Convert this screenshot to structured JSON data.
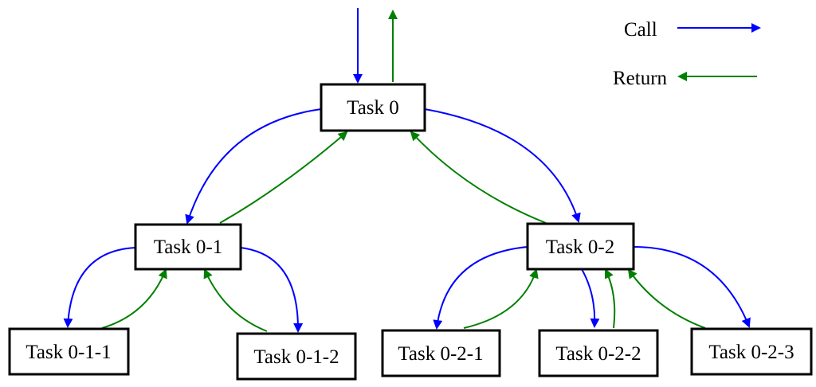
{
  "colors": {
    "call": "#0000ff",
    "return": "#008000",
    "node_border": "#000000",
    "background": "#ffffff"
  },
  "legend": {
    "call_label": "Call",
    "return_label": "Return"
  },
  "nodes": [
    {
      "id": "task-0",
      "label": "Task 0"
    },
    {
      "id": "task-0-1",
      "label": "Task 0-1"
    },
    {
      "id": "task-0-2",
      "label": "Task 0-2"
    },
    {
      "id": "task-0-1-1",
      "label": "Task 0-1-1"
    },
    {
      "id": "task-0-1-2",
      "label": "Task 0-1-2"
    },
    {
      "id": "task-0-2-1",
      "label": "Task 0-2-1"
    },
    {
      "id": "task-0-2-2",
      "label": "Task 0-2-2"
    },
    {
      "id": "task-0-2-3",
      "label": "Task 0-2-3"
    }
  ],
  "edges": [
    {
      "type": "call",
      "from": "external",
      "to": "task-0"
    },
    {
      "type": "return",
      "from": "task-0",
      "to": "external"
    },
    {
      "type": "call",
      "from": "task-0",
      "to": "task-0-1"
    },
    {
      "type": "return",
      "from": "task-0-1",
      "to": "task-0"
    },
    {
      "type": "call",
      "from": "task-0",
      "to": "task-0-2"
    },
    {
      "type": "return",
      "from": "task-0-2",
      "to": "task-0"
    },
    {
      "type": "call",
      "from": "task-0-1",
      "to": "task-0-1-1"
    },
    {
      "type": "return",
      "from": "task-0-1-1",
      "to": "task-0-1"
    },
    {
      "type": "call",
      "from": "task-0-1",
      "to": "task-0-1-2"
    },
    {
      "type": "return",
      "from": "task-0-1-2",
      "to": "task-0-1"
    },
    {
      "type": "call",
      "from": "task-0-2",
      "to": "task-0-2-1"
    },
    {
      "type": "return",
      "from": "task-0-2-1",
      "to": "task-0-2"
    },
    {
      "type": "call",
      "from": "task-0-2",
      "to": "task-0-2-2"
    },
    {
      "type": "return",
      "from": "task-0-2-2",
      "to": "task-0-2"
    },
    {
      "type": "call",
      "from": "task-0-2",
      "to": "task-0-2-3"
    },
    {
      "type": "return",
      "from": "task-0-2-3",
      "to": "task-0-2"
    }
  ]
}
